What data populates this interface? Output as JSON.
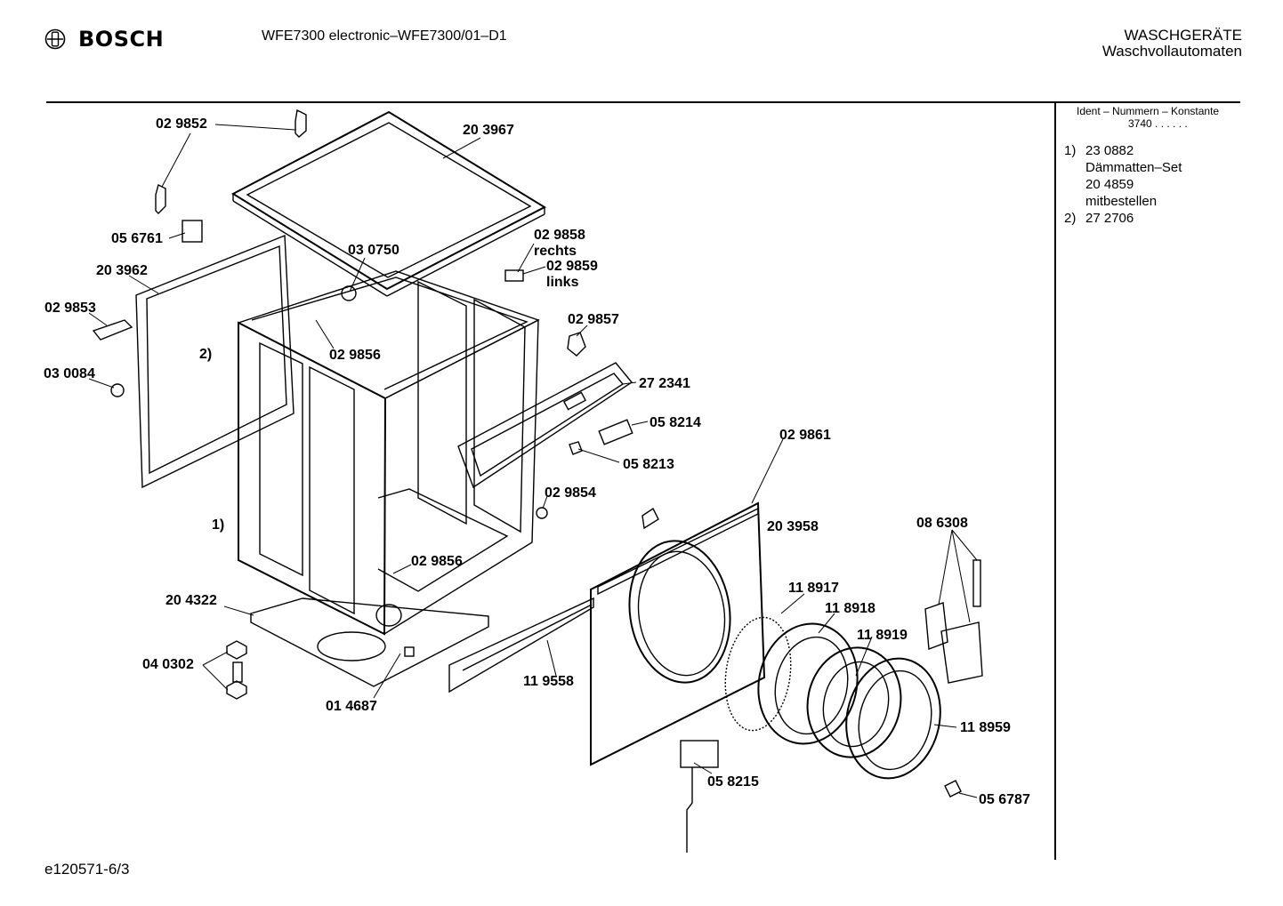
{
  "header": {
    "brand": "BOSCH",
    "model": "WFE7300 electronic–WFE7300/01–D1",
    "category_line1": "WASCHGERÄTE",
    "category_line2": "Waschvollautomaten"
  },
  "sidebar": {
    "ident_heading": "Ident – Nummern – Konstante",
    "konstante": "3740 . . . . . .",
    "notes": [
      {
        "key": "1)",
        "lines": [
          "23 0882",
          "Dämmatten–Set",
          "20 4859",
          "mitbestellen"
        ]
      },
      {
        "key": "2)",
        "lines": [
          "27 2706"
        ]
      }
    ]
  },
  "footer": {
    "code": "e120571-6/3"
  },
  "diagram": {
    "labels": [
      "02 9852",
      "20 3967",
      "05 6761",
      "20 3962",
      "03 0750",
      "02 9858",
      "rechts",
      "02 9859",
      "links",
      "02 9853",
      "02 9856",
      "02 9857",
      "2)",
      "03 0084",
      "27 2341",
      "05 8214",
      "05 8213",
      "02 9861",
      "02 9854",
      "20 3958",
      "1)",
      "08 6308",
      "02 9856",
      "11 8917",
      "20 4322",
      "11 8918",
      "11 8919",
      "04 0302",
      "11 9558",
      "01 4687",
      "11 8959",
      "05 8215",
      "05 6787"
    ]
  }
}
